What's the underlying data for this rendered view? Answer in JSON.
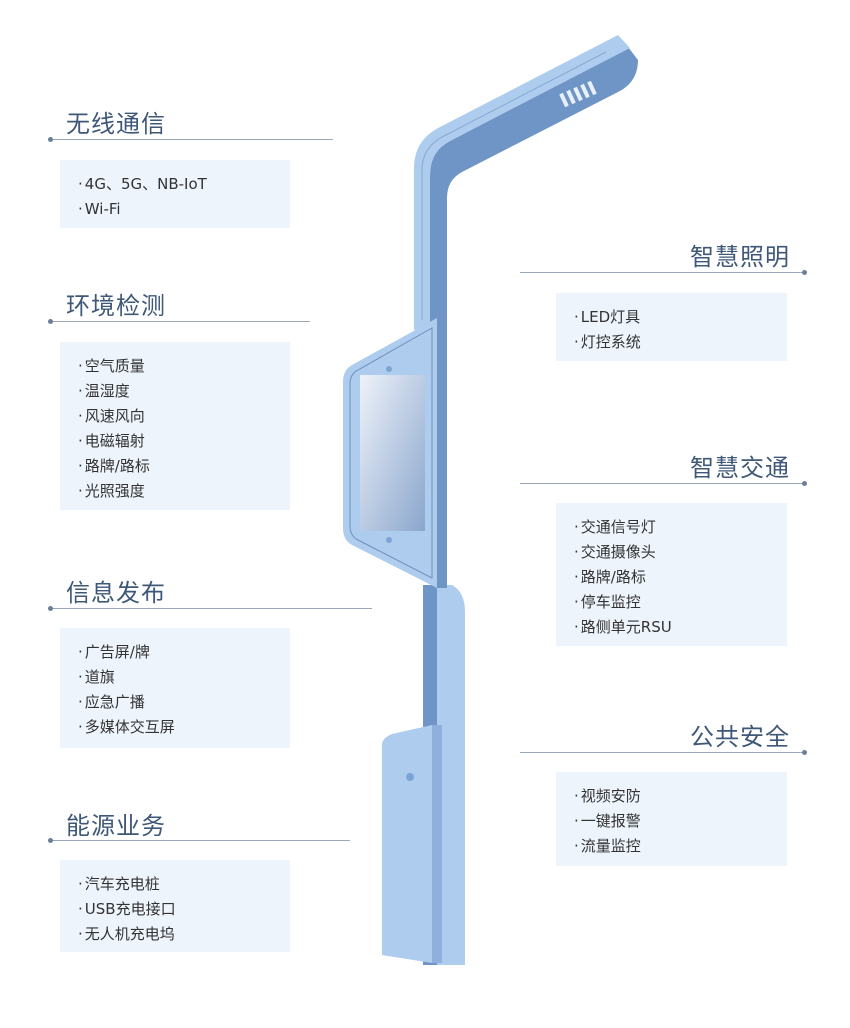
{
  "sections_left": [
    {
      "title": "无线通信",
      "items": [
        "4G、5G、NB-IoT",
        "Wi-Fi"
      ]
    },
    {
      "title": "环境检测",
      "items": [
        "空气质量",
        "温湿度",
        "风速风向",
        "电磁辐射",
        "路牌/路标",
        "光照强度"
      ]
    },
    {
      "title": "信息发布",
      "items": [
        "广告屏/牌",
        "道旗",
        "应急广播",
        "多媒体交互屏"
      ]
    },
    {
      "title": "能源业务",
      "items": [
        "汽车充电桩",
        "USB充电接口",
        "无人机充电坞"
      ]
    }
  ],
  "sections_right": [
    {
      "title": "智慧照明",
      "items": [
        "LED灯具",
        "灯控系统"
      ]
    },
    {
      "title": "智慧交通",
      "items": [
        "交通信号灯",
        "交通摄像头",
        "路牌/路标",
        "停车监控",
        "路侧单元RSU"
      ]
    },
    {
      "title": "公共安全",
      "items": [
        "视频安防",
        "一键报警",
        "流量监控"
      ]
    }
  ],
  "colors": {
    "pole_light": "#aecdee",
    "pole_dark": "#6f94c6",
    "title": "#3f5878",
    "box": "#edf4fc"
  }
}
